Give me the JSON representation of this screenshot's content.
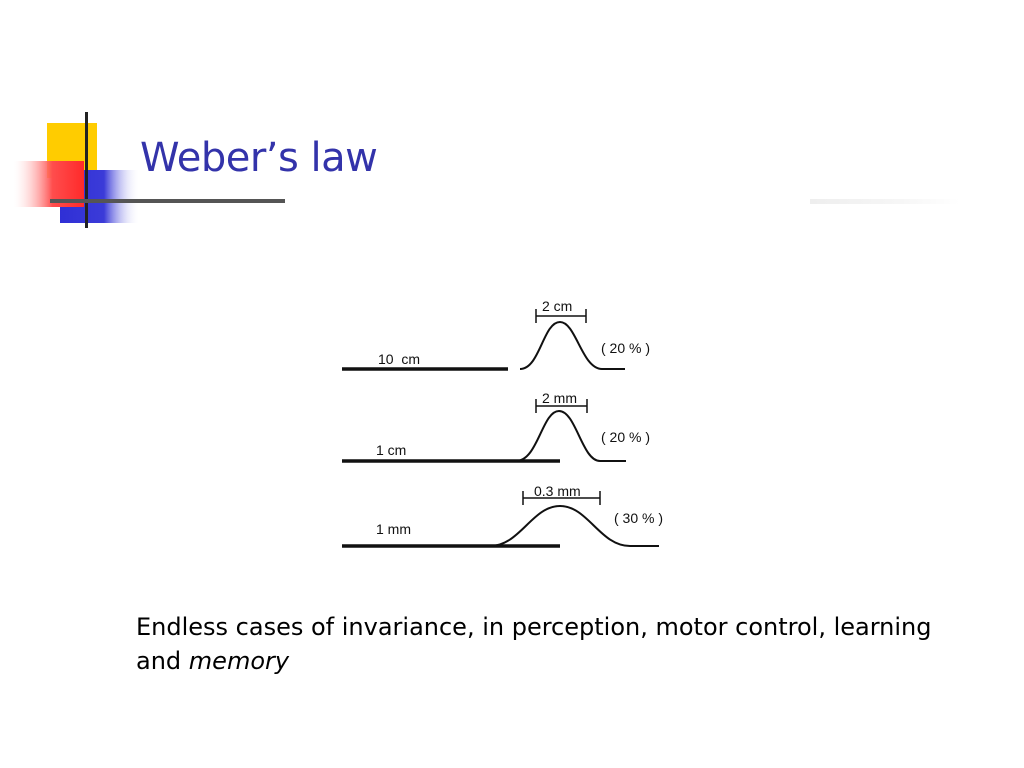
{
  "slide": {
    "title": "Weber’s law",
    "caption_main": "Endless cases of invariance, in perception, motor control, learning and",
    "caption_emphasis": "memory"
  },
  "diagram": {
    "rows": [
      {
        "base_label": "10  cm",
        "width_label": "2 cm",
        "ratio_label": "( 20 % )"
      },
      {
        "base_label": "1 cm",
        "width_label": "2 mm",
        "ratio_label": "( 20 % )"
      },
      {
        "base_label": "1 mm",
        "width_label": "0.3 mm",
        "ratio_label": "( 30 % )"
      }
    ]
  },
  "colors": {
    "title": "#3333aa",
    "logo_yellow": "#ffcc00",
    "logo_blue": "#3333cc",
    "logo_red": "#ff3333"
  }
}
